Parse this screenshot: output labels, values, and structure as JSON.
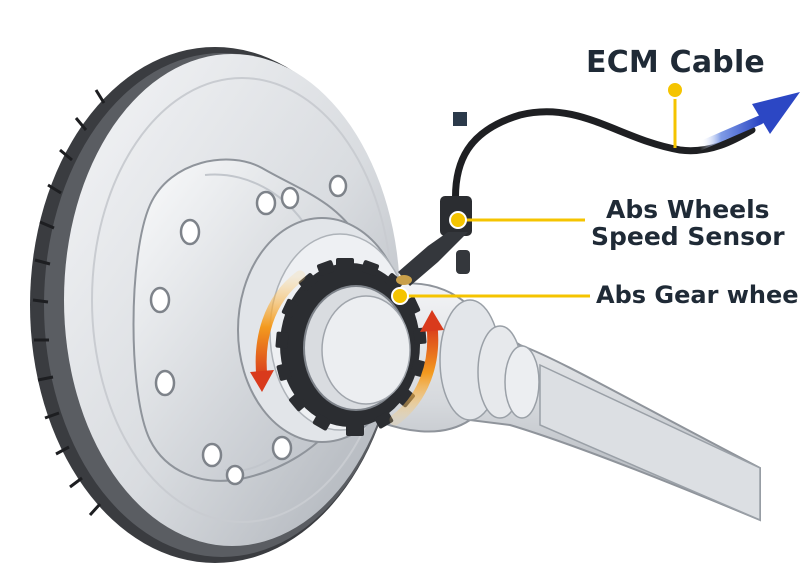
{
  "labels": {
    "ecm_cable": "ECM Cable",
    "sensor_line1": "Abs Wheels",
    "sensor_line2": "Speed Sensor",
    "gear_wheel": "Abs Gear wheel"
  },
  "colors": {
    "callout_yellow": "#f5c400",
    "label_text": "#1f2a36",
    "arrow_orange": "#f39a1f",
    "arrow_red": "#d93a1c",
    "cable_arrow_blue": "#3f5fd0",
    "metal_light": "#e6e8eb",
    "metal_shadow": "#9ea3aa",
    "gear_dark": "#2b2d31"
  },
  "icons": {
    "connector": "square-connector-icon",
    "cable_arrow": "arrow-right-icon",
    "rotation": "rotation-arrow-icon"
  }
}
